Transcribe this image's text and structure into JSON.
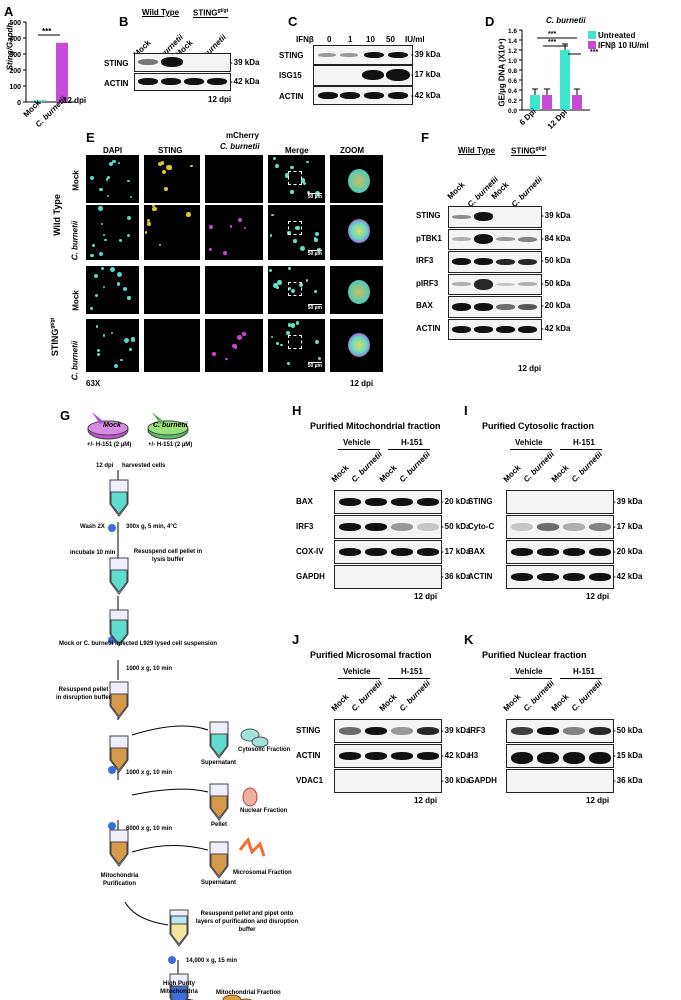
{
  "panels": {
    "A": "A",
    "B": "B",
    "C": "C",
    "D": "D",
    "E": "E",
    "F": "F",
    "G": "G",
    "H": "H",
    "I": "I",
    "J": "J",
    "K": "K"
  },
  "A": {
    "ylabel": "Sting/Gapdh",
    "yticks": [
      "500",
      "400",
      "300",
      "200",
      "100",
      "0"
    ],
    "categories": [
      "Mock",
      "C. burnetii"
    ],
    "sig": "***",
    "dpi": "12 dpi",
    "colors": {
      "mock": "#2ec4b6",
      "burnetii": "#c64bd6"
    }
  },
  "B": {
    "groups": [
      "Wild Type",
      "STING"
    ],
    "group2_sup": "gt/gt",
    "lanes": [
      "Mock",
      "C. burnetii",
      "Mock",
      "C. burnetii"
    ],
    "rows": [
      {
        "name": "STING",
        "kda": "39 kDa"
      },
      {
        "name": "ACTIN",
        "kda": "42 kDa"
      }
    ],
    "dpi": "12 dpi"
  },
  "C": {
    "unit_label": "IFNβ",
    "doses": [
      "0",
      "1",
      "10",
      "50"
    ],
    "unit": "IU/ml",
    "rows": [
      {
        "name": "STING",
        "kda": "39 kDa"
      },
      {
        "name": "ISG15",
        "kda": "17 kDa"
      },
      {
        "name": "ACTIN",
        "kda": "42 kDa"
      }
    ]
  },
  "D": {
    "title": "C. burnetii",
    "ylabel": "GE/µg DNA (X10⁴)",
    "legend": [
      "Untreated",
      "IFNβ 10 IU/ml"
    ],
    "sig": [
      "***",
      "***",
      "***"
    ],
    "colors": {
      "untreated": "#3ee6d0",
      "ifn": "#c64bd6"
    }
  },
  "chart_data": [
    {
      "type": "bar",
      "title": "",
      "ylabel": "Sting/Gapdh",
      "categories": [
        "Mock",
        "C. burnetii"
      ],
      "values": [
        10,
        370
      ],
      "ylim": [
        0,
        500
      ]
    },
    {
      "type": "bar",
      "title": "C. burnetii",
      "ylabel": "GE/µg DNA (X10⁴)",
      "categories": [
        "6 Dpi",
        "12 Dpi"
      ],
      "series": [
        {
          "name": "Untreated",
          "values": [
            0.3,
            1.2
          ]
        },
        {
          "name": "IFNβ 10 IU/ml",
          "values": [
            0.3,
            0.3
          ]
        }
      ],
      "yticks": [
        "1.6",
        "1.4",
        "1.2",
        "1.0",
        "0.8",
        "0.6",
        "0.4",
        "0.2",
        "0.0"
      ],
      "ylim": [
        0,
        1.6
      ]
    }
  ],
  "E": {
    "columns": [
      "DAPI",
      "STING",
      "mCherry",
      "C. burnetii",
      "Merge",
      "ZOOM"
    ],
    "row_labels": [
      "Mock",
      "C. burnetii",
      "Mock",
      "C. burnetii"
    ],
    "group_labels": [
      "Wild Type",
      "STING"
    ],
    "group2_sup": "gt/gt",
    "scale": "50 µm",
    "mag": "63X",
    "dpi": "12 dpi"
  },
  "F": {
    "groups": [
      "Wild Type",
      "STING"
    ],
    "group2_sup": "gt/gt",
    "lanes": [
      "Mock",
      "C. burnetii",
      "Mock",
      "C. burnetii"
    ],
    "rows": [
      {
        "name": "STING",
        "kda": "39 kDa"
      },
      {
        "name": "pTBK1",
        "kda": "84 kDa"
      },
      {
        "name": "IRF3",
        "kda": "50 kDa"
      },
      {
        "name": "pIRF3",
        "kda": "50 kDa"
      },
      {
        "name": "BAX",
        "kda": "20 kDa"
      },
      {
        "name": "ACTIN",
        "kda": "42 kDa"
      }
    ],
    "dpi": "12 dpi"
  },
  "G": {
    "mock": "Mock",
    "burnetii": "C. burnetii",
    "treat1": "+/- H-151 (2 µM)",
    "treat2": "+/- H-151 (2 µM)",
    "dpi_harvest": "12 dpi",
    "harvest": "harvested cells",
    "wash": "Wash 2X",
    "spin1": "300x g, 5 min, 4°C",
    "incubate": "incubate 10 min",
    "resuspend1": "Resuspend  cell pellet in lysis buffer",
    "lysate": "Mock or C. burnetii infected L929 lysed cell suspension",
    "spin2": "1000 x g, 10 min",
    "resuspend2": "Resuspend pellet in disruption buffer",
    "supernatant": "Supernatant",
    "cytosolic": "Cytosolic Fraction",
    "spin3": "1000 x g, 10 min",
    "pellet": "Pellet",
    "nuclear": "Nuclear Fraction",
    "spin4": "6000 x g, 10 min",
    "supernatant2": "Supernatant",
    "microsomal": "Microsomal Fraction",
    "mito_purif": "Mitochondria Purification",
    "resuspend3": "Resuspend pellet and pipet onto layers of purification and disruption buffer",
    "spin5": "14,000 x g, 15 min",
    "high_purity": "High Purity Mitochondria",
    "mito_fraction": "Mitochondrial Fraction"
  },
  "fractions": [
    {
      "key": "H",
      "title": "Purified Mitochondrial fraction",
      "rows": [
        {
          "name": "BAX",
          "kda": "20 kDa"
        },
        {
          "name": "IRF3",
          "kda": "50 kDa"
        },
        {
          "name": "COX-IV",
          "kda": "17 kDa"
        },
        {
          "name": "GAPDH",
          "kda": "36 kDa"
        }
      ]
    },
    {
      "key": "I",
      "title": "Purified Cytosolic fraction",
      "rows": [
        {
          "name": "STING",
          "kda": "39 kDa"
        },
        {
          "name": "Cyto-C",
          "kda": "17 kDa"
        },
        {
          "name": "BAX",
          "kda": "20 kDa"
        },
        {
          "name": "ACTIN",
          "kda": "42 kDa"
        }
      ]
    },
    {
      "key": "J",
      "title": "Purified Microsomal fraction",
      "rows": [
        {
          "name": "STING",
          "kda": "39 kDa"
        },
        {
          "name": "ACTIN",
          "kda": "42 kDa"
        },
        {
          "name": "VDAC1",
          "kda": "30 kDa"
        }
      ]
    },
    {
      "key": "K",
      "title": "Purified Nuclear fraction",
      "rows": [
        {
          "name": "IRF3",
          "kda": "50 kDa"
        },
        {
          "name": "H3",
          "kda": "15 kDa"
        },
        {
          "name": "GAPDH",
          "kda": "36 kDa"
        }
      ]
    }
  ],
  "frac_common": {
    "vehicle": "Vehicle",
    "h151": "H-151",
    "lanes": [
      "Mock",
      "C. burnetii",
      "Mock",
      "C. burnetii"
    ],
    "dpi": "12 dpi"
  }
}
